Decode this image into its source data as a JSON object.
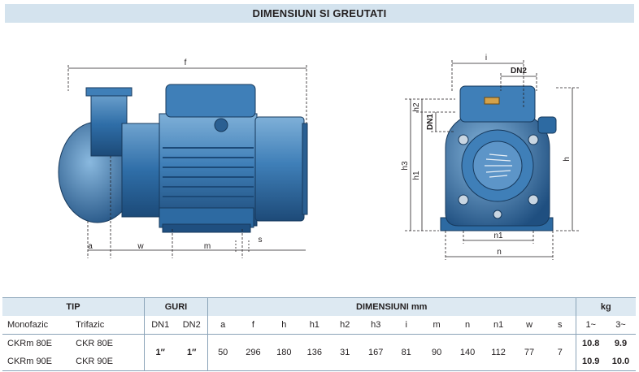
{
  "title": "DIMENSIUNI SI GREUTATI",
  "drawing_labels": {
    "f": "f",
    "a": "a",
    "w": "w",
    "m": "m",
    "s": "s",
    "i": "i",
    "dn2": "DN2",
    "dn1": "DN1",
    "h": "h",
    "h1": "h1",
    "h2": "h2",
    "h3": "h3",
    "n": "n",
    "n1": "n1"
  },
  "table": {
    "group_tip": "TIP",
    "group_guri": "GURI",
    "group_dims": "DIMENSIUNI mm",
    "group_kg": "kg",
    "col_mono": "Monofazic",
    "col_tri": "Trifazic",
    "col_dn1": "DN1",
    "col_dn2": "DN2",
    "dim_cols": [
      "a",
      "f",
      "h",
      "h1",
      "h2",
      "h3",
      "i",
      "m",
      "n",
      "n1",
      "w",
      "s"
    ],
    "kg_cols": [
      "1~",
      "3~"
    ],
    "rows": [
      {
        "mono": "CKRm 80E",
        "tri": "CKR 80E",
        "kg1": "10.8",
        "kg3": "9.9"
      },
      {
        "mono": "CKRm 90E",
        "tri": "CKR 90E",
        "kg1": "10.9",
        "kg3": "10.0"
      }
    ],
    "dn1": "1″",
    "dn2": "1″",
    "dims": [
      "50",
      "296",
      "180",
      "136",
      "31",
      "167",
      "81",
      "90",
      "140",
      "112",
      "77",
      "7"
    ]
  }
}
